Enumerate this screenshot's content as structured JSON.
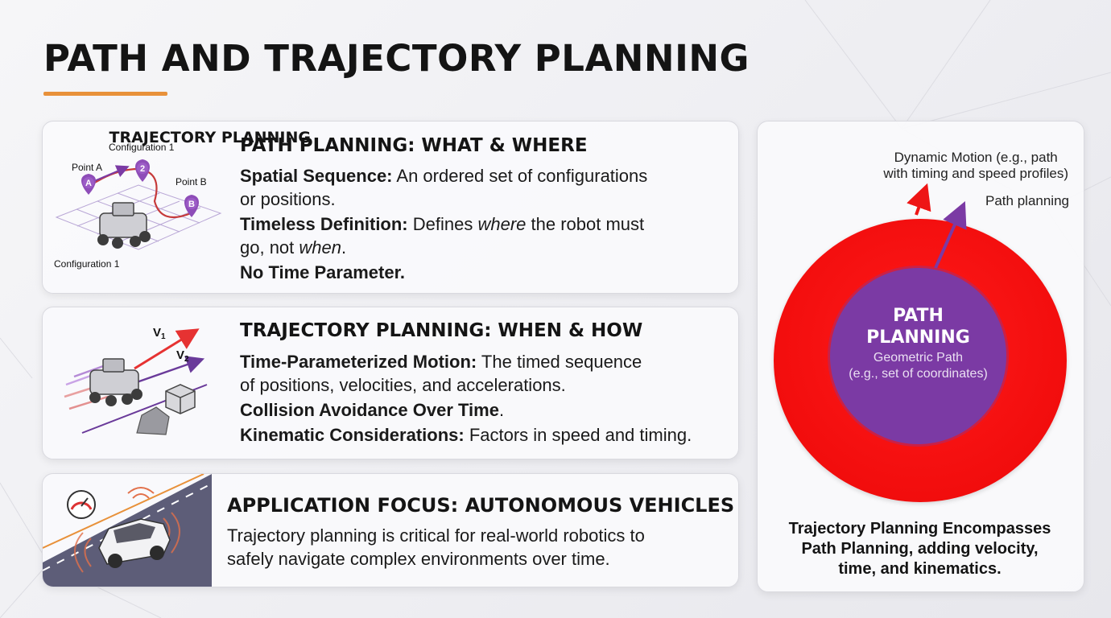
{
  "title": "PATH AND TRAJECTORY PLANNING",
  "path_card": {
    "heading": "PATH PLANNING: WHAT & WHERE",
    "items": [
      {
        "bold": "Spatial Sequence:",
        "line1": " An ordered set of configurations",
        "line2": "or positions."
      },
      {
        "bold": "Timeless Definition:",
        "pre": " Defines ",
        "em": "where",
        "post": " the robot must",
        "line2_pre": "go, not ",
        "line2_em": "when",
        "line2_post": "."
      },
      {
        "bold": "No Time Parameter."
      }
    ],
    "illustration": {
      "config_top": "Configuration 1",
      "config_bottom": "Configuration 1",
      "point_a": "Point A",
      "point_b": "Point B",
      "pin_a": "A",
      "pin_2": "2",
      "pin_b": "B"
    }
  },
  "traj_card": {
    "heading": "TRAJECTORY PLANNING: WHEN & HOW",
    "items": [
      {
        "bold": "Time-Parameterized Motion:",
        "line1": " The timed sequence",
        "line2": "of positions, velocities, and accelerations."
      },
      {
        "bold": "Collision Avoidance Over Time",
        "rest": "."
      },
      {
        "bold": "Kinematic Considerations:",
        "rest": " Factors in speed and timing."
      }
    ],
    "illustration": {
      "v1": "V",
      "v1_sub": "1",
      "v2": "V",
      "v2_sub": "2"
    }
  },
  "app_card": {
    "heading": "APPLICATION FOCUS: AUTONOMOUS VEHICLES",
    "line1": "Trajectory planning is critical for real-world robotics to",
    "line2": "safely navigate complex environments over time."
  },
  "right_panel": {
    "title": "TRAJECTORY PLANNING",
    "subtitle_line1": "Dynamic Motion (e.g., path",
    "subtitle_line2": "with timing and speed profiles)",
    "path_planning_label": "Path planning",
    "inner_title_line1": "PATH",
    "inner_title_line2": "PLANNING",
    "inner_sub_line1": "Geometric Path",
    "inner_sub_line2": "(e.g., set of coordinates)",
    "bottom_line1": "Trajectory Planning Encompasses",
    "bottom_line2": "Path Planning, adding velocity,",
    "bottom_line3": "time, and kinematics."
  },
  "colors": {
    "accent_orange": "#e8913a",
    "trajectory_red": "#f20d0d",
    "path_purple": "#7b3aa4"
  }
}
